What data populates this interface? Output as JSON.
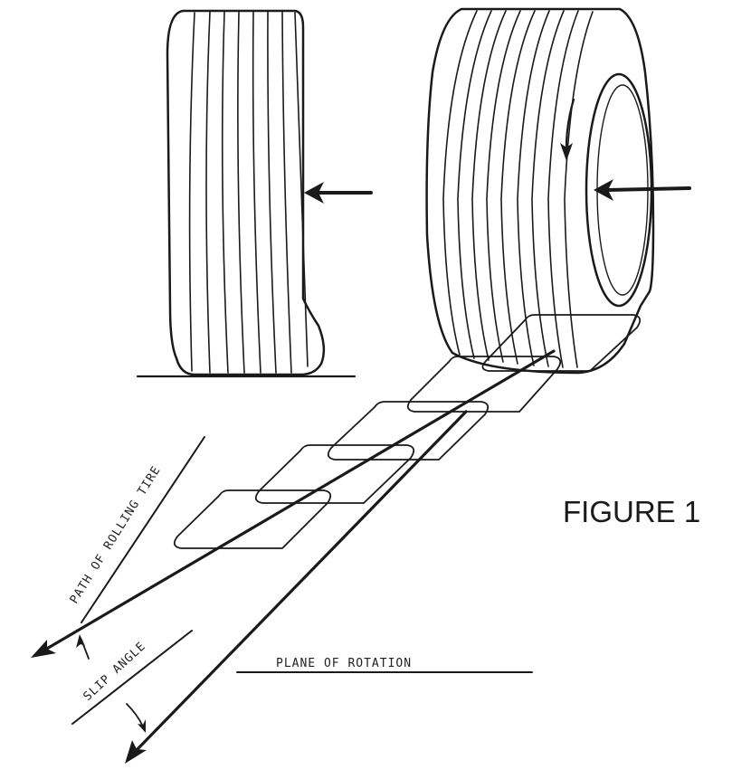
{
  "figure_label": "FIGURE 1",
  "labels": {
    "path_of_rolling_tire": "PATH OF ROLLING TIRE",
    "slip_angle": "SLIP ANGLE",
    "plane_of_rotation": "PLANE OF ROTATION"
  },
  "colors": {
    "ink": "#1a1a1a",
    "background": "#ffffff"
  }
}
